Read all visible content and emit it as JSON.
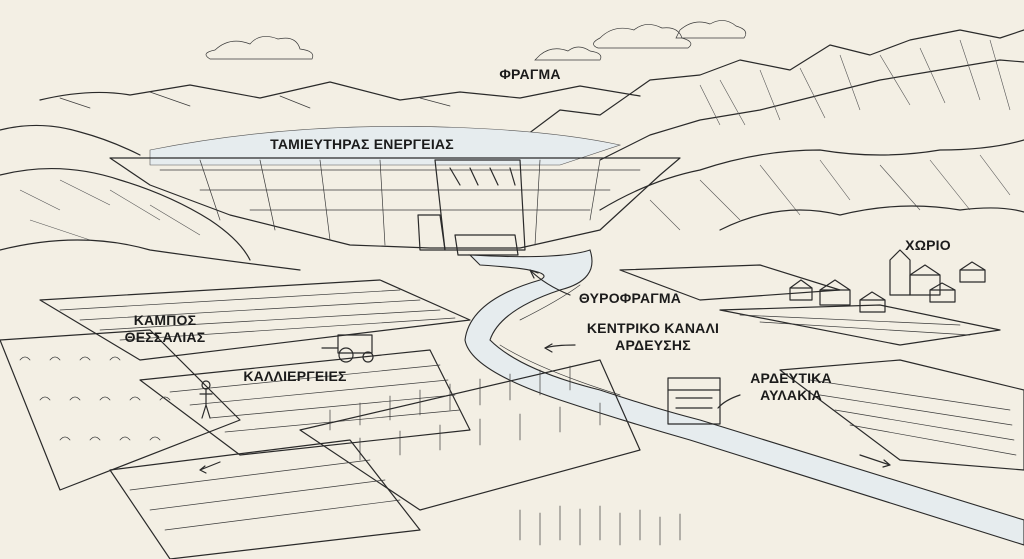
{
  "labels": {
    "dam": "ΦΡΑΓΜΑ",
    "reservoir": "ΤΑΜΙΕΥΤΗΡΑΣ ΕΝΕΡΓΕΙΑΣ",
    "sluice_gate": "ΘΥΡΟΦΡΑΓΜΑ",
    "village": "ΧΩΡΙΟ",
    "plain_line1": "ΚΑΜΠΟΣ",
    "plain_line2": "ΘΕΣΣΑΛΙΑΣ",
    "canal_line1": "ΚΕΝΤΡΙΚΟ ΚΑΝΑΛΙ",
    "canal_line2": "ΑΡΔΕΥΣΗΣ",
    "crops": "ΚΑΛΛΙΕΡΓΕΙΕΣ",
    "ditches_line1": "ΑΡΔΕΥΤΙΚΑ",
    "ditches_line2": "ΑΥΛΑΚΙΑ"
  },
  "colors": {
    "paper": "#f3efe4",
    "ink": "#2a2a2a",
    "water": "#e6ecee"
  }
}
